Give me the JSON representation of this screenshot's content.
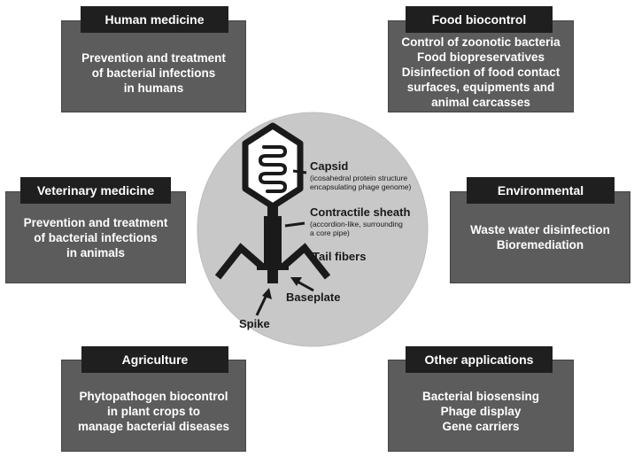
{
  "center": {
    "parts": {
      "capsid": "Capsid",
      "capsid_desc_1": "(icosahedral protein structure",
      "capsid_desc_2": "encapsulating phage genome)",
      "sheath": "Contractile sheath",
      "sheath_desc_1": "(accordion-like, surrounding",
      "sheath_desc_2": "a core pipe)",
      "tail_fibers": "Tail fibers",
      "baseplate": "Baseplate",
      "spike": "Spike"
    }
  },
  "applications": {
    "human_medicine": {
      "title": "Human medicine",
      "lines": [
        "Prevention and treatment",
        "of bacterial infections",
        "in humans"
      ]
    },
    "food_biocontrol": {
      "title": "Food biocontrol",
      "lines": [
        "Control of zoonotic bacteria",
        "Food biopreservatives",
        "Disinfection of food contact",
        "surfaces, equipments and",
        "animal carcasses"
      ]
    },
    "veterinary_medicine": {
      "title": "Veterinary medicine",
      "lines": [
        "Prevention and treatment",
        "of bacterial infections",
        "in animals"
      ]
    },
    "environmental": {
      "title": "Environmental",
      "lines": [
        "Waste water disinfection",
        "Bioremediation"
      ]
    },
    "agriculture": {
      "title": "Agriculture",
      "lines": [
        "Phytopathogen biocontrol",
        "in plant crops to",
        "manage bacterial diseases"
      ]
    },
    "other_applications": {
      "title": "Other applications",
      "lines": [
        "Bacterial biosensing",
        "Phage display",
        "Gene carriers"
      ]
    }
  },
  "colors": {
    "box_fill": "#5c5c5c",
    "tag_fill": "#1f1f1f",
    "circle_fill": "#c8c8c8",
    "phage_fill": "#1a1a1a"
  }
}
